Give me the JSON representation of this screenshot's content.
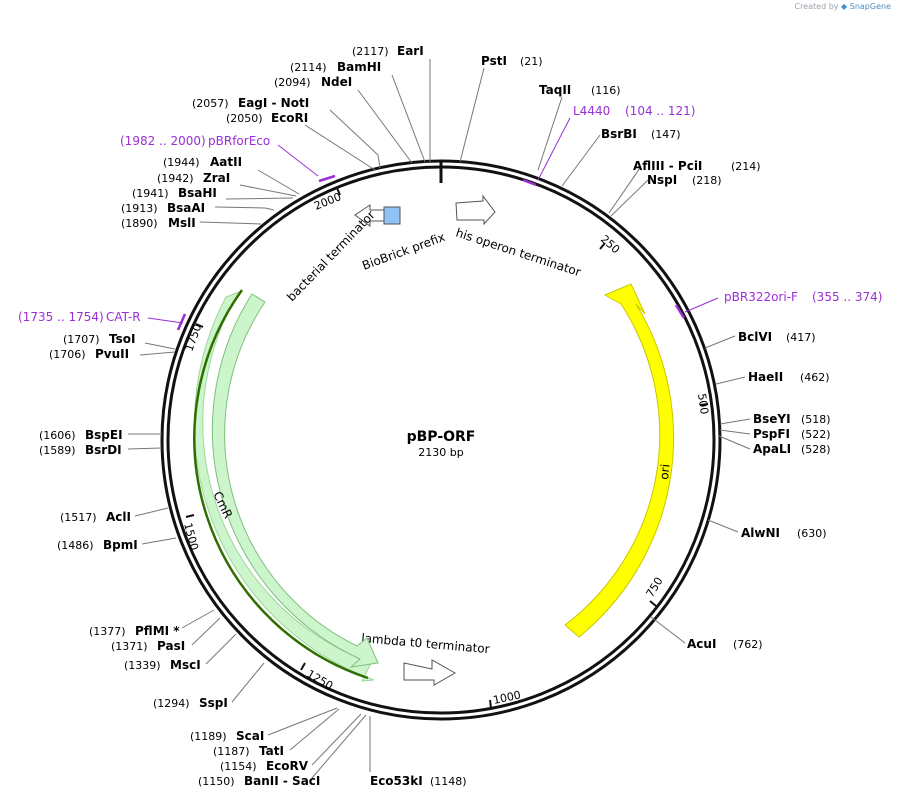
{
  "watermark": {
    "prefix": "Created by",
    "brand": "SnapGene"
  },
  "plasmid": {
    "name": "pBP-ORF",
    "size": "2130 bp",
    "length": 2130
  },
  "features": [
    {
      "name": "his operon terminator",
      "type": "terminator",
      "color": "#ffffff"
    },
    {
      "name": "ori",
      "type": "rep_origin",
      "color": "#ffff00"
    },
    {
      "name": "lambda t0 terminator",
      "type": "terminator",
      "color": "#ffffff"
    },
    {
      "name": "CmR",
      "type": "CDS",
      "color": "#ccf5cc"
    },
    {
      "name": "bacterial terminator",
      "type": "terminator",
      "color": "#ffffff"
    },
    {
      "name": "BioBrick prefix",
      "type": "misc",
      "color": "#8ec2f5"
    }
  ],
  "ticks": [
    "250",
    "500",
    "750",
    "1000",
    "1250",
    "1500",
    "1750",
    "2000"
  ],
  "primers": [
    {
      "name": "L4440",
      "range": "(104 .. 121)"
    },
    {
      "name": "pBR322ori-F",
      "range": "(355 .. 374)"
    },
    {
      "name": "CAT-R",
      "range": "(1735 .. 1754)"
    },
    {
      "name": "pBRforEco",
      "range": "(1982 .. 2000)"
    }
  ],
  "sites": [
    {
      "name": "EarI",
      "pos": "(2117)"
    },
    {
      "name": "BamHI",
      "pos": "(2114)"
    },
    {
      "name": "NdeI",
      "pos": "(2094)"
    },
    {
      "name": "EagI - NotI",
      "pos": "(2057)"
    },
    {
      "name": "EcoRI",
      "pos": "(2050)"
    },
    {
      "name": "AatII",
      "pos": "(1944)"
    },
    {
      "name": "ZraI",
      "pos": "(1942)"
    },
    {
      "name": "BsaHI",
      "pos": "(1941)"
    },
    {
      "name": "BsaAI",
      "pos": "(1913)"
    },
    {
      "name": "MslI",
      "pos": "(1890)"
    },
    {
      "name": "TsoI",
      "pos": "(1707)"
    },
    {
      "name": "PvuII",
      "pos": "(1706)"
    },
    {
      "name": "BspEI",
      "pos": "(1606)"
    },
    {
      "name": "BsrDI",
      "pos": "(1589)"
    },
    {
      "name": "AclI",
      "pos": "(1517)"
    },
    {
      "name": "BpmI",
      "pos": "(1486)"
    },
    {
      "name": "PflMI *",
      "pos": "(1377)"
    },
    {
      "name": "PasI",
      "pos": "(1371)"
    },
    {
      "name": "MscI",
      "pos": "(1339)"
    },
    {
      "name": "SspI",
      "pos": "(1294)"
    },
    {
      "name": "ScaI",
      "pos": "(1189)"
    },
    {
      "name": "TatI",
      "pos": "(1187)"
    },
    {
      "name": "EcoRV",
      "pos": "(1154)"
    },
    {
      "name": "BanII - SacI",
      "pos": "(1150)"
    },
    {
      "name": "Eco53kI",
      "pos": "(1148)"
    },
    {
      "name": "PstI",
      "pos": "(21)"
    },
    {
      "name": "TaqII",
      "pos": "(116)"
    },
    {
      "name": "BsrBI",
      "pos": "(147)"
    },
    {
      "name": "AflIII - PciI",
      "pos": "(214)"
    },
    {
      "name": "NspI",
      "pos": "(218)"
    },
    {
      "name": "BclVI",
      "pos": "(417)"
    },
    {
      "name": "HaeII",
      "pos": "(462)"
    },
    {
      "name": "BseYI",
      "pos": "(518)"
    },
    {
      "name": "PspFI",
      "pos": "(522)"
    },
    {
      "name": "ApaLI",
      "pos": "(528)"
    },
    {
      "name": "AlwNI",
      "pos": "(630)"
    },
    {
      "name": "AcuI",
      "pos": "(762)"
    }
  ]
}
